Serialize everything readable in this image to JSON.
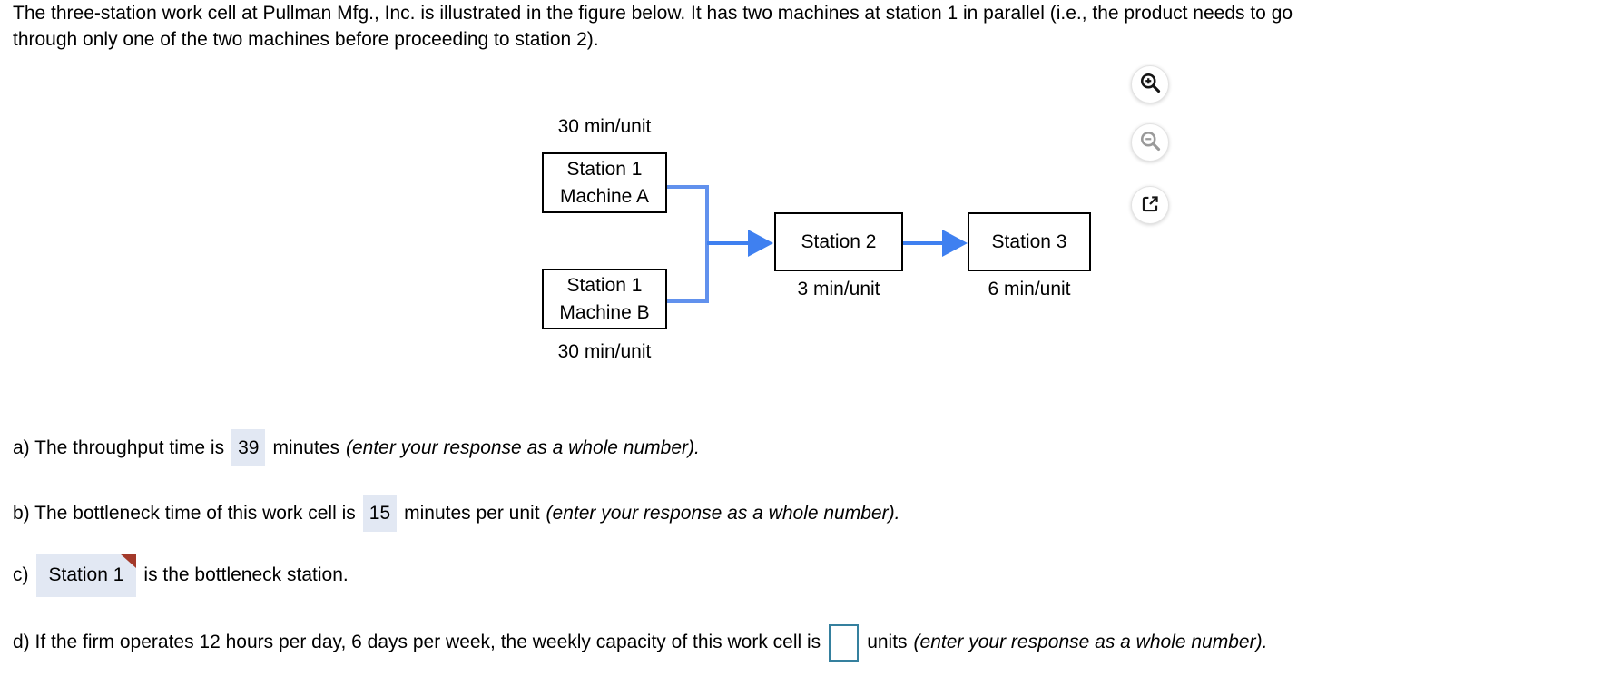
{
  "problem": {
    "intro_line1": "The three-station work cell at Pullman Mfg., Inc. is illustrated in the figure below. It has two machines at station 1 in parallel (i.e., the product needs to go",
    "intro_line2": "through only one of the two machines before proceeding to station 2)."
  },
  "diagram": {
    "machine_a": {
      "line1": "Station 1",
      "line2": "Machine A",
      "rate": "30 min/unit"
    },
    "machine_b": {
      "line1": "Station 1",
      "line2": "Machine B",
      "rate": "30 min/unit"
    },
    "station2": {
      "label": "Station 2",
      "rate": "3 min/unit"
    },
    "station3": {
      "label": "Station 3",
      "rate": "6 min/unit"
    }
  },
  "toolbar": {
    "icons": [
      "zoom-in",
      "zoom-out",
      "open-in-new-window"
    ]
  },
  "questions": {
    "a": {
      "prefix": "a) The throughput time is",
      "answer": "39",
      "middle": "minutes",
      "hint": "(enter your response as a whole number)."
    },
    "b": {
      "prefix": "b) The bottleneck time of this work cell is",
      "answer": "15",
      "middle": "minutes per unit",
      "hint": "(enter your response as a whole number)."
    },
    "c": {
      "prefix": "c)",
      "answer": "Station 1",
      "suffix": "is the bottleneck station."
    },
    "d": {
      "prefix": "d) If the firm operates 12 hours per day, 6 days per week, the weekly capacity of this work cell is",
      "input_value": "",
      "middle": "units",
      "hint": "(enter your response as a whole number)."
    }
  },
  "colors": {
    "highlight_bg": "#e2e8f3",
    "marker_red": "#a3392a",
    "input_border": "#35809e",
    "arrow_blue": "#3f80f0",
    "connector_blue": "#6191ed",
    "box_border": "#000000"
  }
}
